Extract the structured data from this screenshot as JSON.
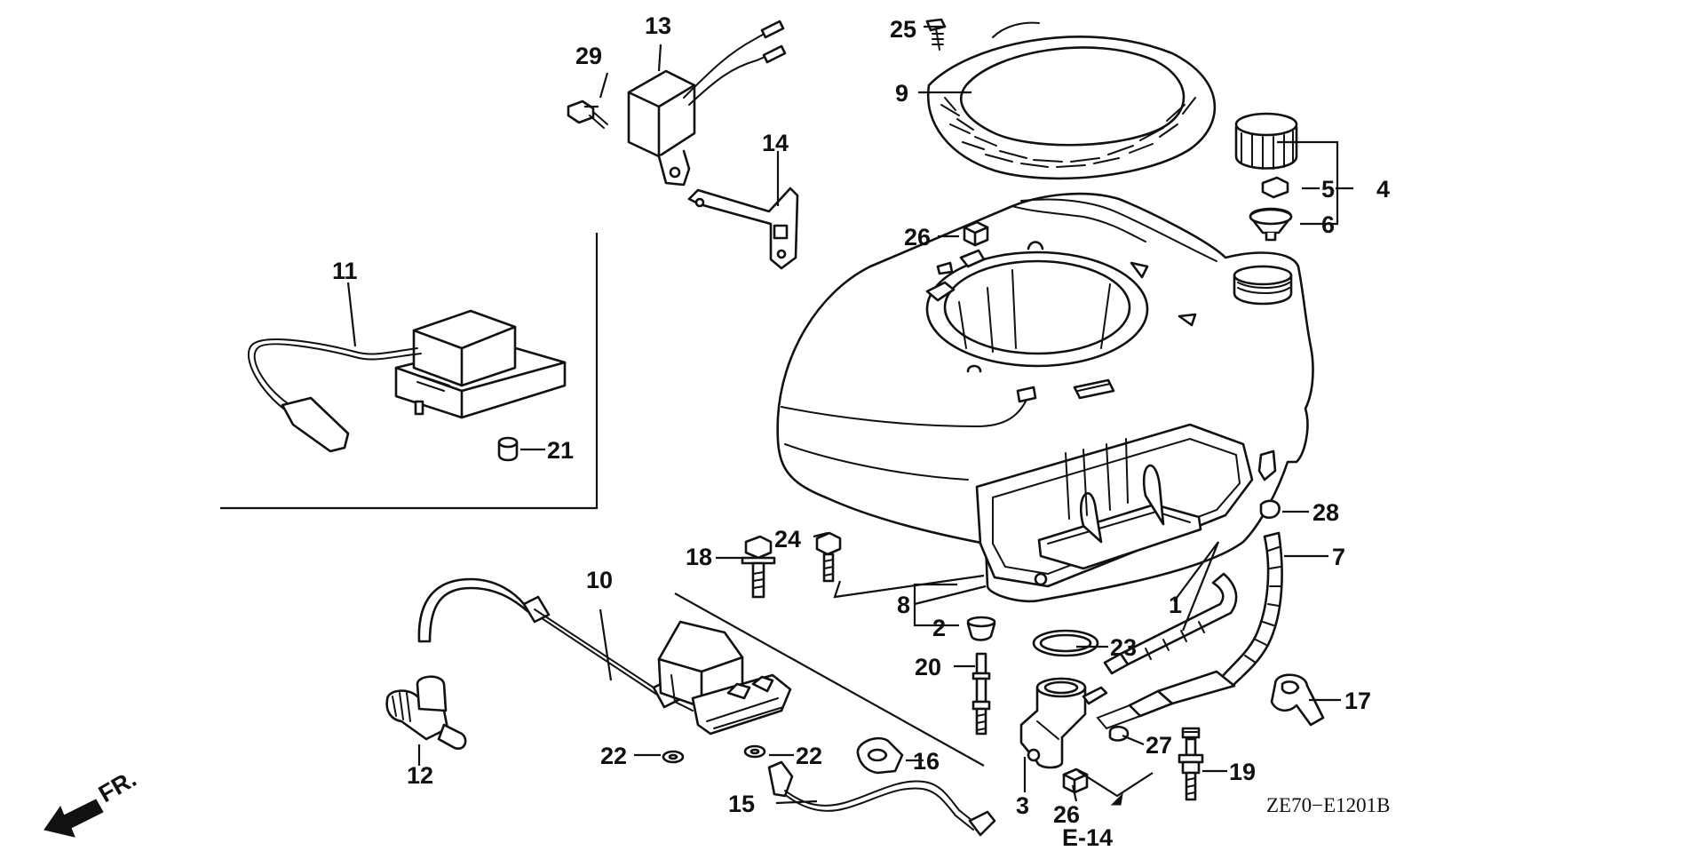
{
  "diagram": {
    "code": "ZE70−E1201B",
    "reference": "E-14",
    "direction_marker": "FR.",
    "callouts": [
      {
        "id": "c1",
        "text": "1"
      },
      {
        "id": "c2",
        "text": "2"
      },
      {
        "id": "c3",
        "text": "3"
      },
      {
        "id": "c4",
        "text": "4"
      },
      {
        "id": "c5",
        "text": "5"
      },
      {
        "id": "c6",
        "text": "6"
      },
      {
        "id": "c7",
        "text": "7"
      },
      {
        "id": "c8",
        "text": "8"
      },
      {
        "id": "c9",
        "text": "9"
      },
      {
        "id": "c10",
        "text": "10"
      },
      {
        "id": "c11",
        "text": "11"
      },
      {
        "id": "c12",
        "text": "12"
      },
      {
        "id": "c13",
        "text": "13"
      },
      {
        "id": "c14",
        "text": "14"
      },
      {
        "id": "c15",
        "text": "15"
      },
      {
        "id": "c16",
        "text": "16"
      },
      {
        "id": "c17",
        "text": "17"
      },
      {
        "id": "c18",
        "text": "18"
      },
      {
        "id": "c19",
        "text": "19"
      },
      {
        "id": "c20",
        "text": "20"
      },
      {
        "id": "c21",
        "text": "21"
      },
      {
        "id": "c22a",
        "text": "22"
      },
      {
        "id": "c22b",
        "text": "22"
      },
      {
        "id": "c23",
        "text": "23"
      },
      {
        "id": "c24",
        "text": "24"
      },
      {
        "id": "c25",
        "text": "25"
      },
      {
        "id": "c26a",
        "text": "26"
      },
      {
        "id": "c26b",
        "text": "26"
      },
      {
        "id": "c27",
        "text": "27"
      },
      {
        "id": "c28",
        "text": "28"
      },
      {
        "id": "c29",
        "text": "29"
      }
    ]
  }
}
